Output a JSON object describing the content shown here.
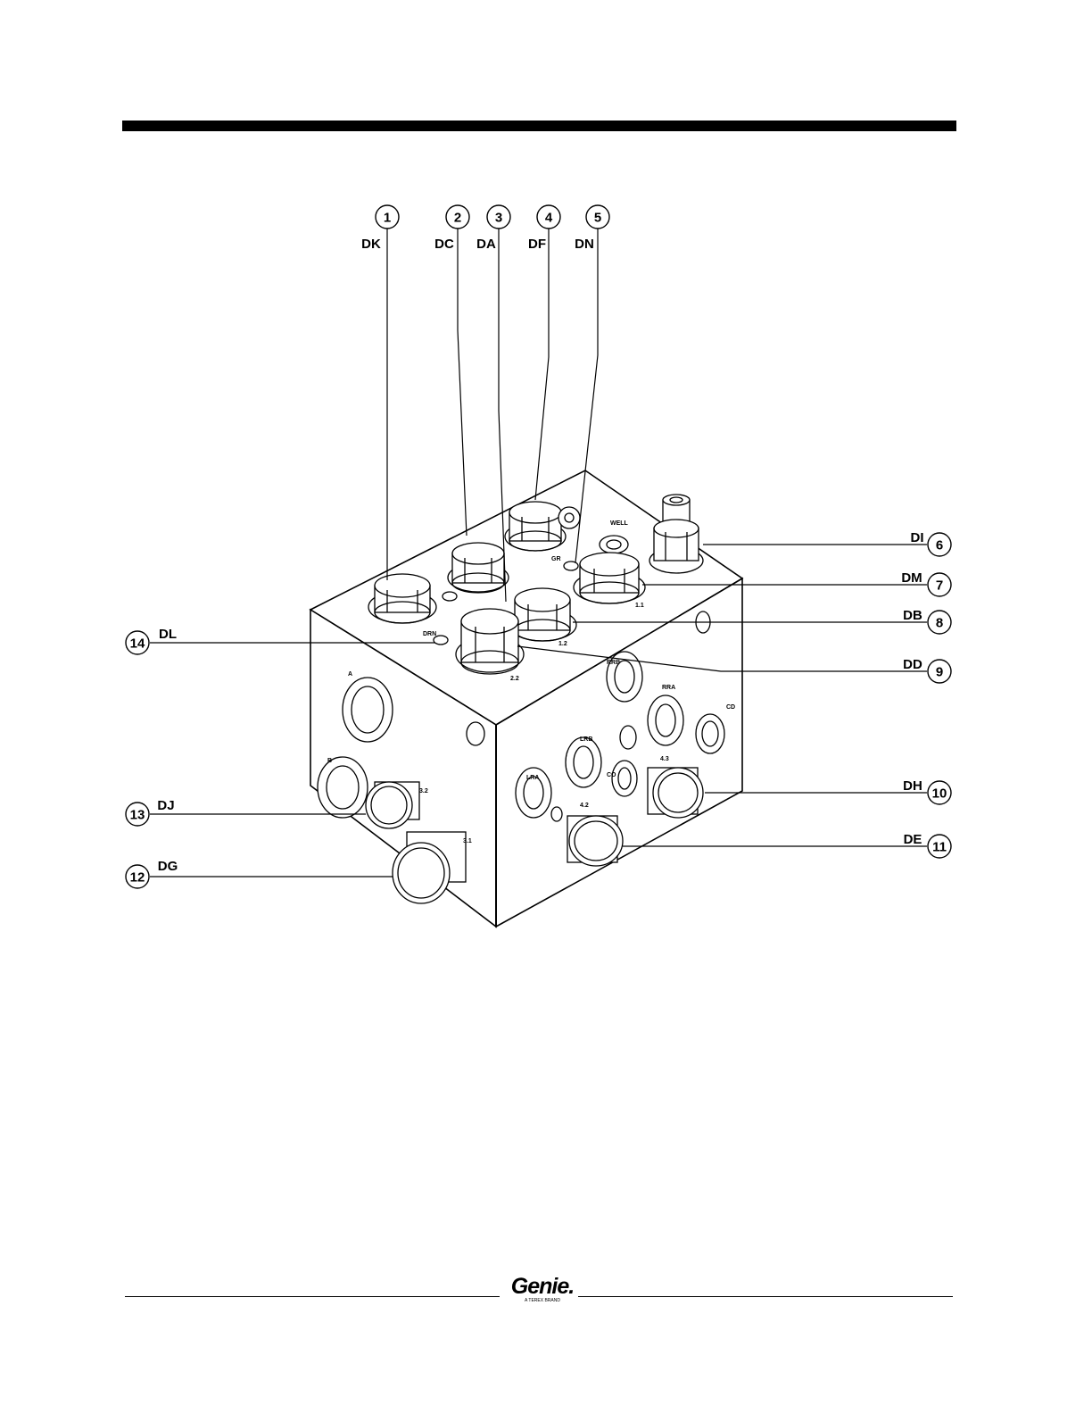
{
  "callouts": [
    {
      "num": "1",
      "code": "DK"
    },
    {
      "num": "2",
      "code": "DC"
    },
    {
      "num": "3",
      "code": "DA"
    },
    {
      "num": "4",
      "code": "DF"
    },
    {
      "num": "5",
      "code": "DN"
    },
    {
      "num": "6",
      "code": "DI"
    },
    {
      "num": "7",
      "code": "DM"
    },
    {
      "num": "8",
      "code": "DB"
    },
    {
      "num": "9",
      "code": "DD"
    },
    {
      "num": "10",
      "code": "DH"
    },
    {
      "num": "11",
      "code": "DE"
    },
    {
      "num": "12",
      "code": "DG"
    },
    {
      "num": "13",
      "code": "DJ"
    },
    {
      "num": "14",
      "code": "DL"
    }
  ],
  "port_labels": {
    "a": "A",
    "b": "B",
    "lra": "LRA",
    "lrb": "LRB",
    "rra": "RRA",
    "rrb": "RRB",
    "cd": "CD",
    "co": "CO",
    "p42": "4.2",
    "p43": "4.3",
    "p31": "3.1",
    "p32": "3.2",
    "p22": "2.2",
    "p12": "1.2",
    "p11": "1.1",
    "drn": "DRN",
    "gr": "GR",
    "well": "WELL"
  },
  "logo": {
    "brand": "Genie.",
    "tagline": "A TEREX BRAND"
  }
}
